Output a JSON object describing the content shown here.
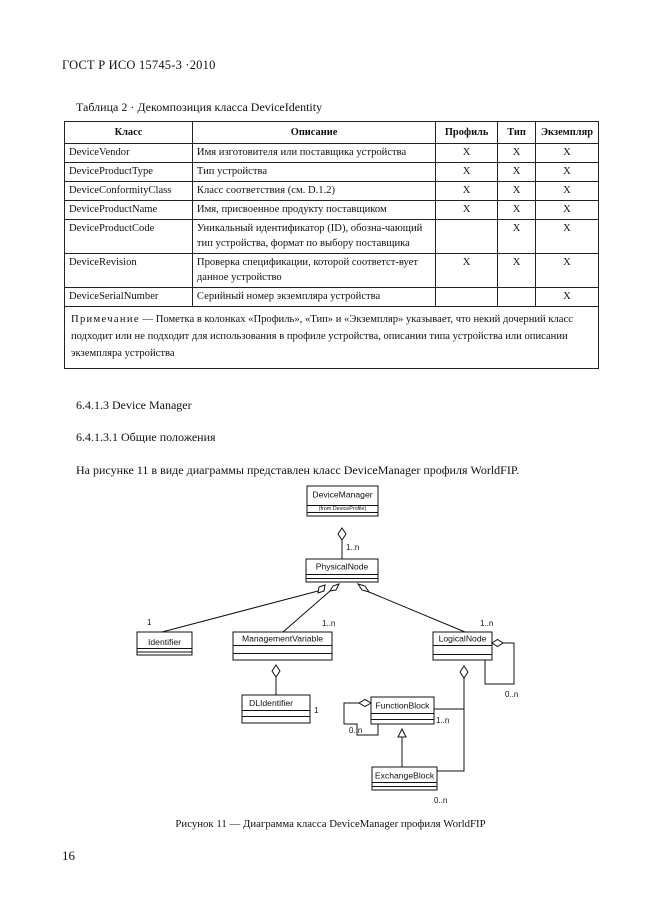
{
  "header": {
    "standard": "ГОСТ Р ИСО 15745-3 ·2010"
  },
  "table": {
    "caption": "Таблица 2  ·  Декомпозиция класса DeviceIdentity",
    "columns": [
      "Класс",
      "Описание",
      "Профиль",
      "Тип",
      "Экземпляр"
    ],
    "rows": [
      {
        "klass": "DeviceVendor",
        "desc": "Имя изготовителя или поставщика устройства",
        "profile": "X",
        "type": "X",
        "instance": "X"
      },
      {
        "klass": "DeviceProductType",
        "desc": "Тип устройства",
        "profile": "X",
        "type": "X",
        "instance": "X"
      },
      {
        "klass": "DeviceConformityClass",
        "desc": "Класс соответствия (см. D.1.2)",
        "profile": "X",
        "type": "X",
        "instance": "X"
      },
      {
        "klass": "DeviceProductName",
        "desc": "Имя, присвоенное продукту поставщиком",
        "profile": "X",
        "type": "X",
        "instance": "X"
      },
      {
        "klass": "DeviceProductCode",
        "desc": "Уникальный идентификатор (ID), обозна-чающий тип устройства, формат по выбору поставщика",
        "profile": "",
        "type": "X",
        "instance": "X"
      },
      {
        "klass": "DeviceRevision",
        "desc": "Проверка спецификации, которой соответст-вует данное устройство",
        "profile": "X",
        "type": "X",
        "instance": "X"
      },
      {
        "klass": "DeviceSerialNumber",
        "desc": "Серийный номер экземпляра устройства",
        "profile": "",
        "type": "",
        "instance": "X"
      }
    ],
    "note_label": "Примечание",
    "note_text": " — Пометка в колонках «Профиль», «Тип» и «Экземпляр» указывает, что некий дочерний класс подходит или не подходит для использования в профиле устройства, описании типа устройства или описании экземпляра устройства"
  },
  "section_1": "6.4.1.3 Device Manager",
  "section_2": "6.4.1.3.1 Общие положения",
  "paragraph": "На рисунке 11 в виде диаграммы представлен класс DeviceManager профиля WorldFIP.",
  "diagram": {
    "device_manager": "DeviceManager",
    "device_manager_sub": "(from DeviceProfile)",
    "physical_node": "PhysicalNode",
    "identifier": "Identifier",
    "management_variable": "ManagementVariable",
    "logical_node": "LogicalNode",
    "dl_identifier": "DLIdentifier",
    "function_block": "FunctionBlock",
    "exchange_block": "ExchangeBlock",
    "mult_dm_pn": "1..n",
    "mult_identifier": "1",
    "mult_mv": "1..n",
    "mult_ln": "1..n",
    "mult_ln_self": "0..n",
    "mult_dl": "1",
    "mult_fb_self": "0..n",
    "mult_fb_ln": "1..n",
    "mult_eb": "0..n"
  },
  "figure_caption": "Рисунок 11 — Диаграмма класса DeviceManager профиля WorldFIP",
  "page_number": "16"
}
